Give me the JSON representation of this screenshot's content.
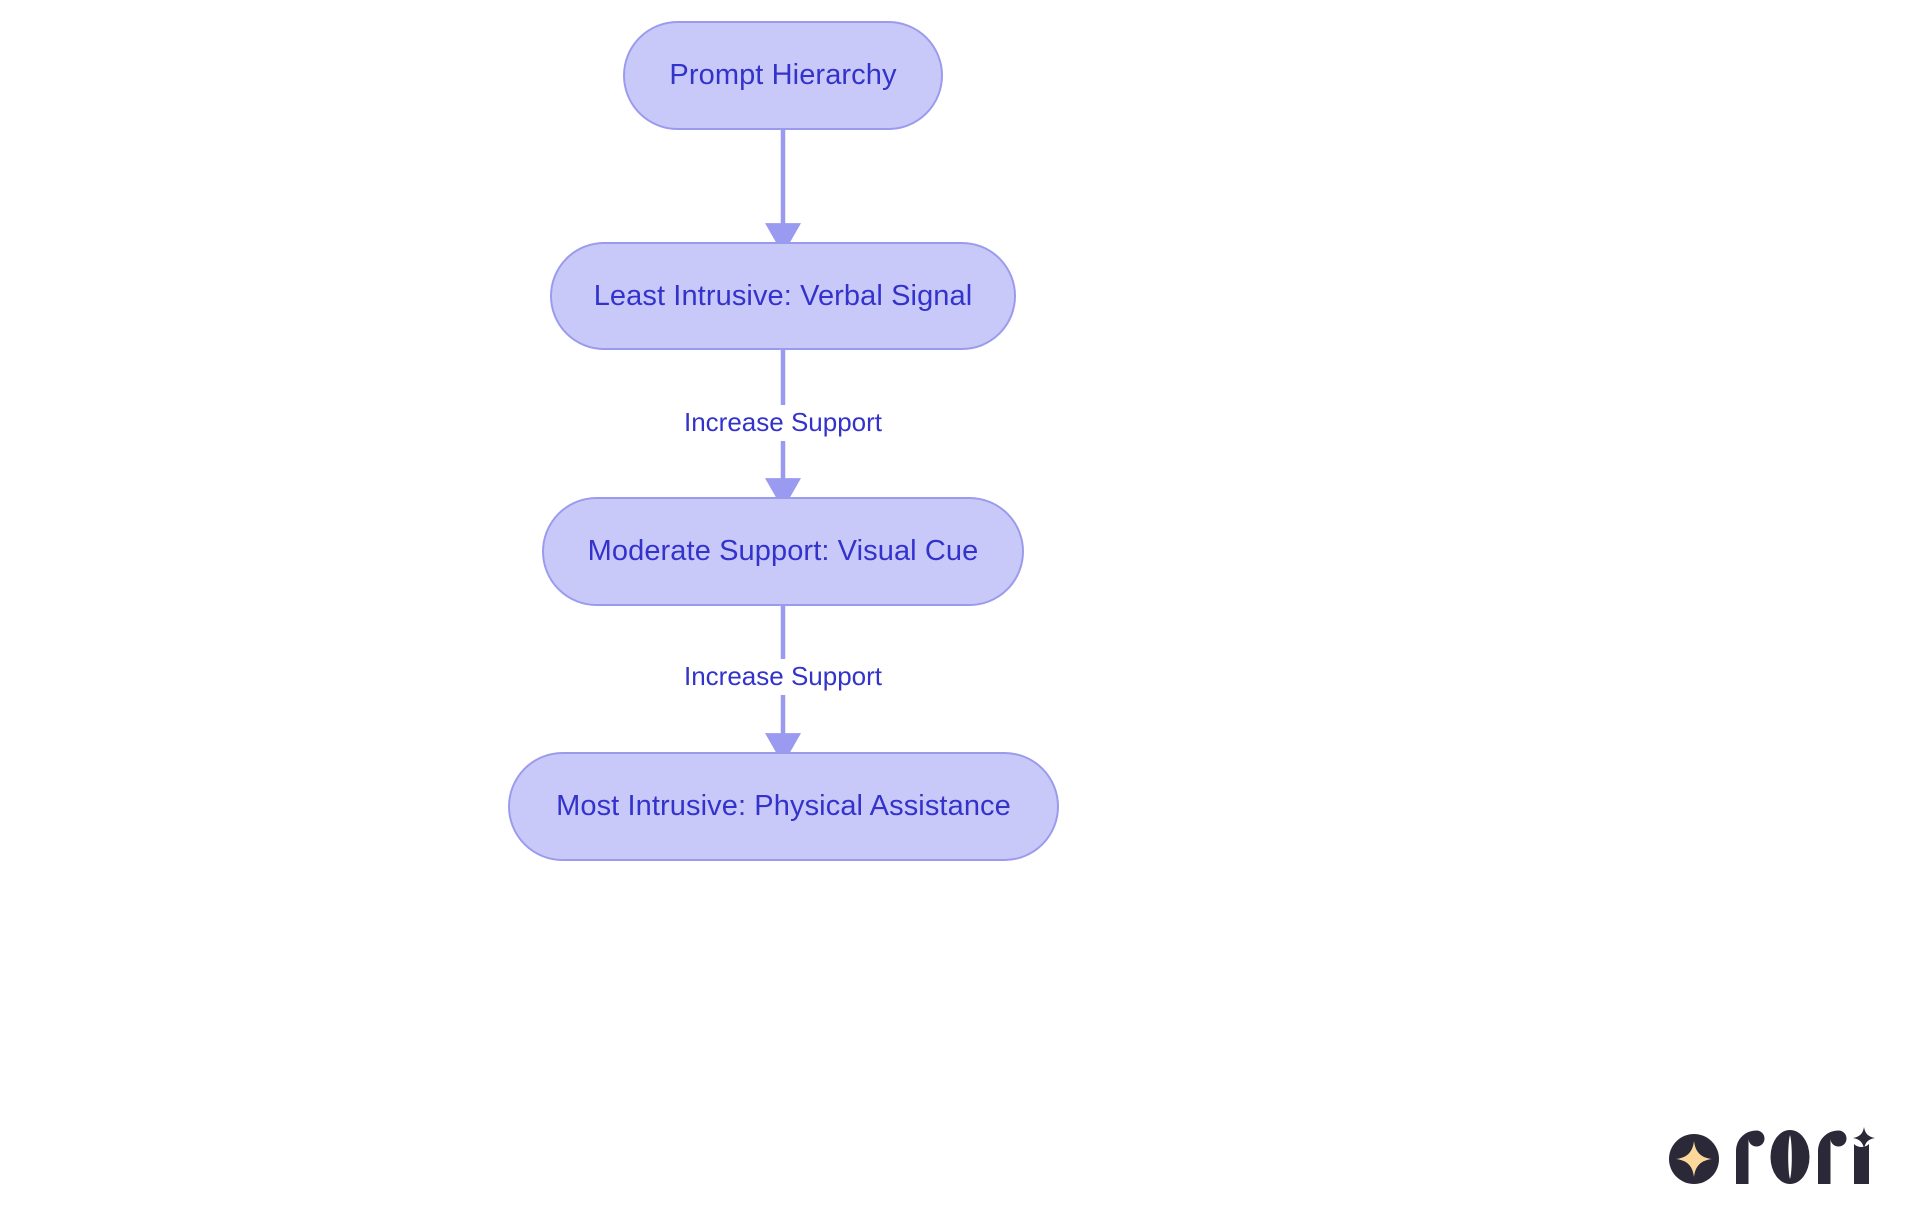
{
  "diagram": {
    "type": "flowchart",
    "orientation": "top-down",
    "background_color": "#ffffff",
    "node_fill": "#c9c9f9",
    "node_border": "#9b9bee",
    "node_text_color": "#3333cc",
    "edge_color": "#9a9af0",
    "nodes": [
      {
        "id": "prompt-hierarchy",
        "label": "Prompt Hierarchy"
      },
      {
        "id": "least-intrusive",
        "label": "Least Intrusive: Verbal Signal"
      },
      {
        "id": "moderate-support",
        "label": "Moderate Support: Visual Cue"
      },
      {
        "id": "most-intrusive",
        "label": "Most Intrusive: Physical Assistance"
      }
    ],
    "edges": [
      {
        "from": "prompt-hierarchy",
        "to": "least-intrusive",
        "label": ""
      },
      {
        "from": "least-intrusive",
        "to": "moderate-support",
        "label": "Increase Support"
      },
      {
        "from": "moderate-support",
        "to": "most-intrusive",
        "label": "Increase Support"
      }
    ]
  },
  "branding": {
    "name": "rori",
    "mark": "sparkle-star-icon",
    "mark_color": "#2b2838",
    "star_color": "#fbd89a"
  }
}
